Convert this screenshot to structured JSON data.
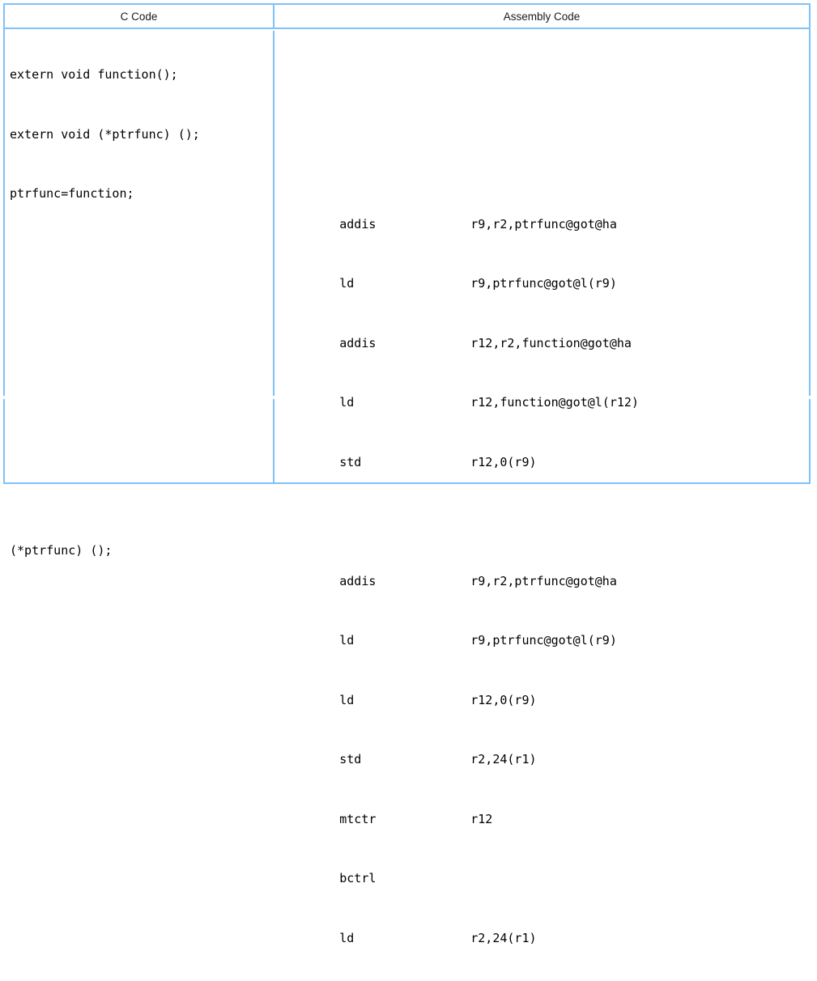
{
  "table": {
    "headers": [
      {
        "label": "C Code"
      },
      {
        "label": "Assembly Code"
      }
    ],
    "border_color": "#7ec2f9",
    "text_color": "#000000",
    "c_code_lines": [
      "extern void function();",
      "extern void (*ptrfunc) ();",
      "ptrfunc=function;",
      "",
      "",
      "",
      "",
      "",
      "(*ptrfunc) ();",
      "",
      "",
      "",
      "",
      "",
      ""
    ],
    "asm_lines": [
      {
        "mnemonic": "",
        "operands": ""
      },
      {
        "mnemonic": "",
        "operands": ""
      },
      {
        "mnemonic": "addis",
        "operands": "r9,r2,ptrfunc@got@ha"
      },
      {
        "mnemonic": "ld",
        "operands": "r9,ptrfunc@got@l(r9)"
      },
      {
        "mnemonic": "addis",
        "operands": "r12,r2,function@got@ha"
      },
      {
        "mnemonic": "ld",
        "operands": "r12,function@got@l(r12)"
      },
      {
        "mnemonic": "std",
        "operands": "r12,0(r9)"
      },
      {
        "mnemonic": "",
        "operands": ""
      },
      {
        "mnemonic": "addis",
        "operands": "r9,r2,ptrfunc@got@ha"
      },
      {
        "mnemonic": "ld",
        "operands": "r9,ptrfunc@got@l(r9)"
      },
      {
        "mnemonic": "ld",
        "operands": "r12,0(r9)"
      },
      {
        "mnemonic": "std",
        "operands": "r2,24(r1)"
      },
      {
        "mnemonic": "mtctr",
        "operands": "r12"
      },
      {
        "mnemonic": "bctrl",
        "operands": ""
      },
      {
        "mnemonic": "ld",
        "operands": "r2,24(r1)"
      }
    ]
  }
}
